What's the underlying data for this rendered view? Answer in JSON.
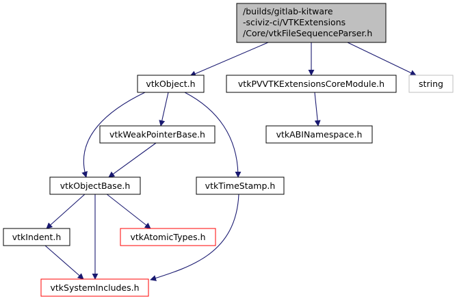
{
  "root": {
    "lines": [
      "/builds/gitlab-kitware",
      "-sciviz-ci/VTKExtensions",
      "/Core/vtkFileSequenceParser.h"
    ]
  },
  "nodes": {
    "vtkObject": "vtkObject.h",
    "coreModule": "vtkPVVTKExtensionsCoreModule.h",
    "string": "string",
    "weakPointerBase": "vtkWeakPointerBase.h",
    "abiNamespace": "vtkABINamespace.h",
    "objectBase": "vtkObjectBase.h",
    "timeStamp": "vtkTimeStamp.h",
    "indent": "vtkIndent.h",
    "atomicTypes": "vtkAtomicTypes.h",
    "systemIncludes": "vtkSystemIncludes.h"
  },
  "colors": {
    "edge": "#191970",
    "root_fill": "#bfbfbf",
    "normal_border": "#000000",
    "truncated_border": "#ff0000",
    "external_border": "#bfbfbf"
  }
}
